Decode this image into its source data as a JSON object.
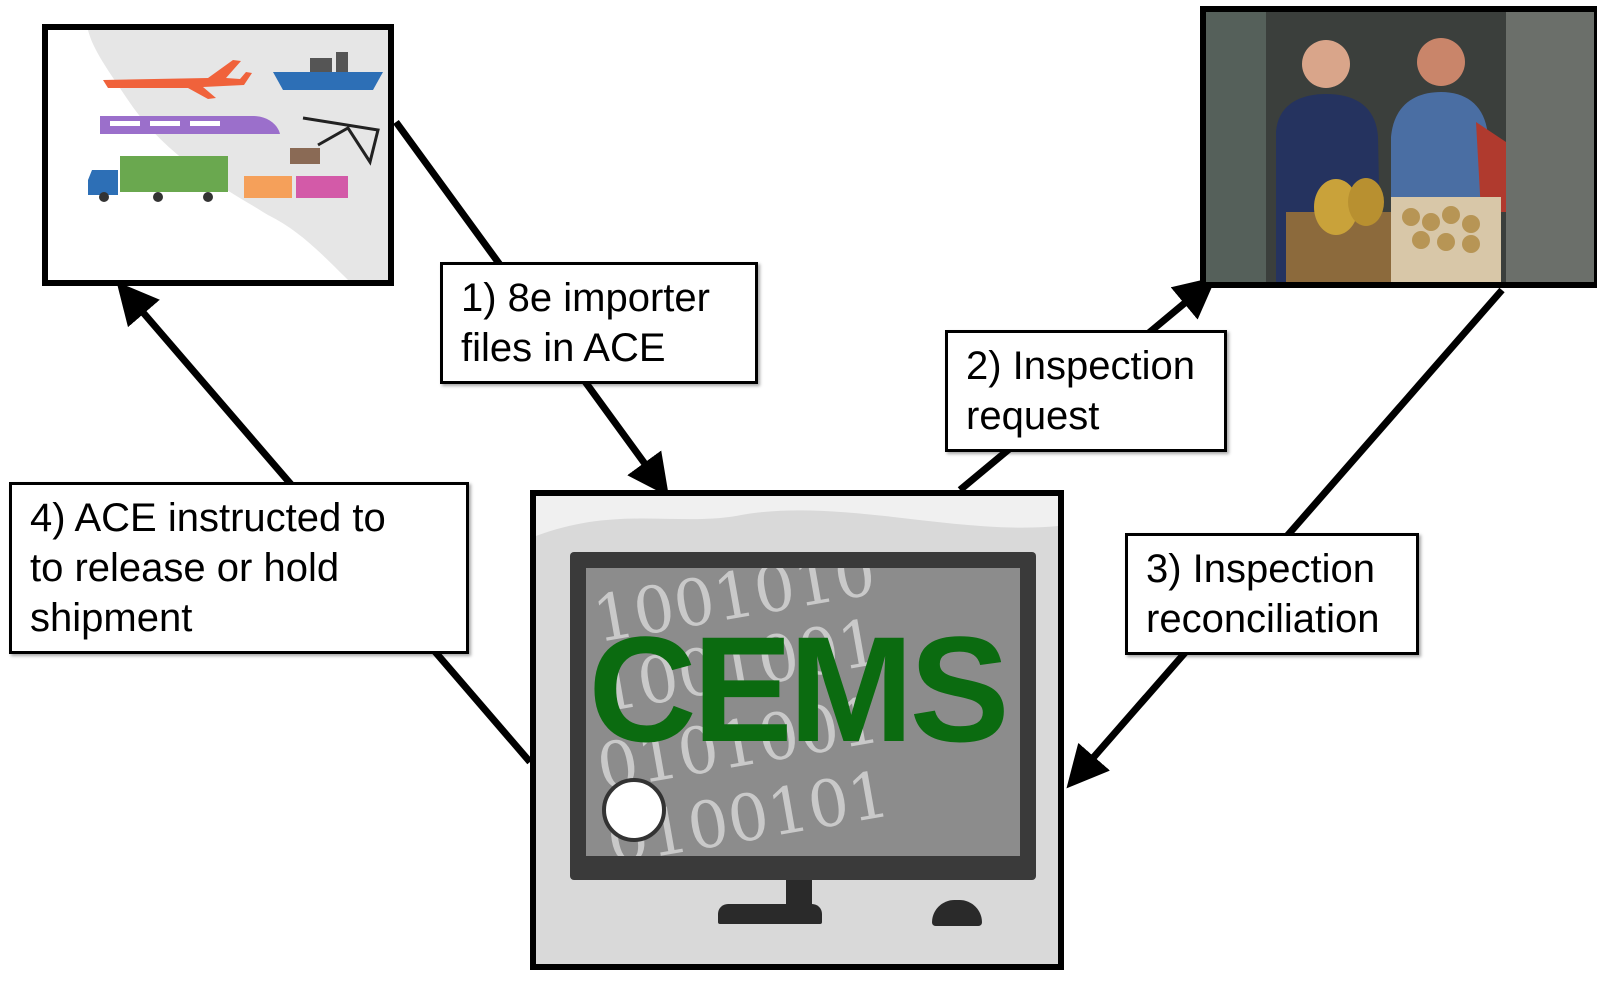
{
  "steps": [
    {
      "line1": "1) 8e importer",
      "line2": "files in ACE"
    },
    {
      "line1": "2) Inspection",
      "line2": "request"
    },
    {
      "line1": "3) Inspection",
      "line2": "reconciliation"
    },
    {
      "line1": "4) ACE instructed to",
      "line2": "to release or hold",
      "line3": "shipment"
    }
  ],
  "system": {
    "name": "CEMS",
    "binary_rows": [
      "1001010",
      "1001001",
      "0101001",
      "0100101"
    ]
  },
  "colors": {
    "system_name": "#0b6b10",
    "arrow": "#000000"
  }
}
